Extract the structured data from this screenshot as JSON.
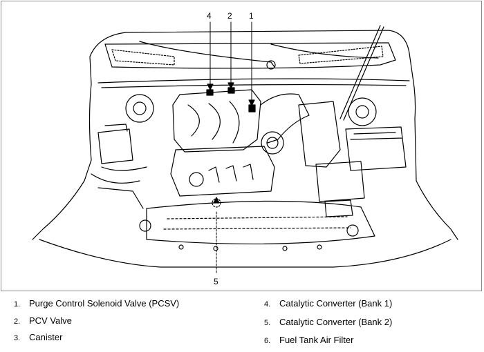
{
  "figure": {
    "callouts": [
      {
        "number": "4"
      },
      {
        "number": "2"
      },
      {
        "number": "1"
      },
      {
        "number": "5"
      }
    ]
  },
  "legend": {
    "items": [
      {
        "number": "1.",
        "label": "Purge Control Solenoid Valve (PCSV)"
      },
      {
        "number": "2.",
        "label": "PCV Valve"
      },
      {
        "number": "3.",
        "label": "Canister"
      },
      {
        "number": "4.",
        "label": "Catalytic Converter (Bank 1)"
      },
      {
        "number": "5.",
        "label": "Catalytic Converter (Bank 2)"
      },
      {
        "number": "6.",
        "label": "Fuel Tank Air Filter"
      }
    ]
  }
}
